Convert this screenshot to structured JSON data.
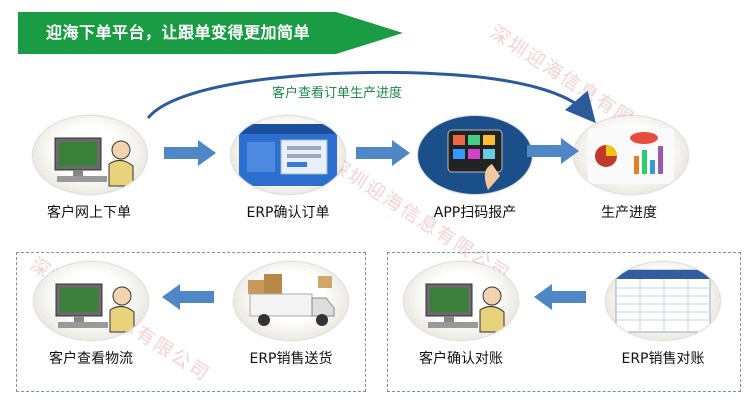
{
  "banner": {
    "title": "迎海下单平台，让跟单变得更加简单",
    "color": "#1a9c45"
  },
  "watermarks": [
    "深圳迎海信息有限公司",
    "深圳迎海信息有限公司",
    "深圳迎海信息有限公司"
  ],
  "top_caption": "客户查看订单生产进度",
  "steps": [
    {
      "label": "客户网上下单",
      "icon": "customer-computer-icon"
    },
    {
      "label": "ERP确认订单",
      "icon": "erp-login-screen-icon"
    },
    {
      "label": "APP扫码报产",
      "icon": "tablet-scan-icon"
    },
    {
      "label": "生产进度",
      "icon": "progress-charts-icon"
    }
  ],
  "delivery_box": [
    {
      "label": "客户查看物流",
      "icon": "customer-computer-icon"
    },
    {
      "label": "ERP销售送货",
      "icon": "delivery-truck-icon"
    }
  ],
  "reconcile_box": [
    {
      "label": "客户确认对账",
      "icon": "customer-computer-icon"
    },
    {
      "label": "ERP销售对账",
      "icon": "reconcile-sheet-icon"
    }
  ],
  "colors": {
    "arrow": "#4f86c6",
    "arc": "#2c5a9a",
    "caption": "#1f8a4a"
  }
}
